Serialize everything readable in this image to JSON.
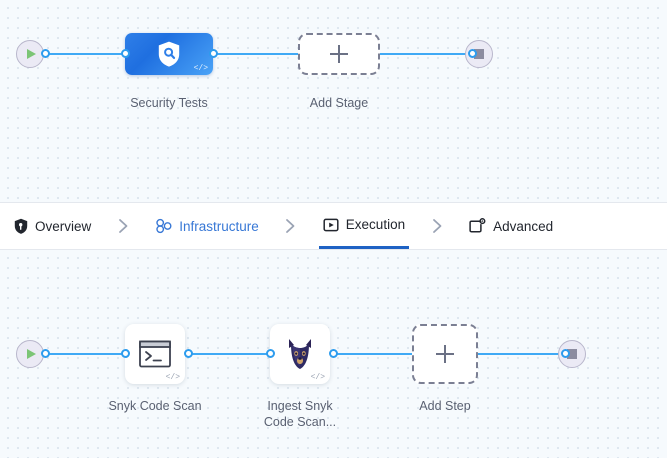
{
  "app": {
    "background_color": "#f6fafd",
    "edge_color": "#3fa9f5",
    "accent_color": "#1e62c4"
  },
  "stage_canvas": {
    "name": "stage-graph",
    "start_node": {
      "icon": "play-icon",
      "label": ""
    },
    "end_node": {
      "icon": "stop-icon",
      "label": ""
    },
    "nodes": [
      {
        "id": "security-tests",
        "label": "Security Tests",
        "icon": "shield-search-icon",
        "type": "stage",
        "code_badge": "</>"
      },
      {
        "id": "add-stage",
        "label": "Add Stage",
        "icon": "plus-icon",
        "type": "add"
      }
    ]
  },
  "tabs": {
    "name": "stage-tabs",
    "items": [
      {
        "id": "overview",
        "label": "Overview",
        "icon": "shield-icon",
        "state": "default"
      },
      {
        "id": "infrastructure",
        "label": "Infrastructure",
        "icon": "nodes-icon",
        "state": "link"
      },
      {
        "id": "execution",
        "label": "Execution",
        "icon": "play-box-icon",
        "state": "active"
      },
      {
        "id": "advanced",
        "label": "Advanced",
        "icon": "settings-box-icon",
        "state": "default"
      }
    ],
    "separator_icon": "chevron-right-icon"
  },
  "step_canvas": {
    "name": "execution-graph",
    "start_node": {
      "icon": "play-icon",
      "label": ""
    },
    "end_node": {
      "icon": "stop-icon",
      "label": ""
    },
    "nodes": [
      {
        "id": "snyk-code-scan",
        "label": "Snyk Code Scan",
        "icon": "terminal-icon",
        "type": "step",
        "code_badge": "</>"
      },
      {
        "id": "ingest-snyk-code-scan",
        "label": "Ingest Snyk\nCode Scan...",
        "icon": "snyk-dog-icon",
        "type": "step",
        "code_badge": "</>"
      },
      {
        "id": "add-step",
        "label": "Add Step",
        "icon": "plus-icon",
        "type": "add"
      }
    ]
  }
}
